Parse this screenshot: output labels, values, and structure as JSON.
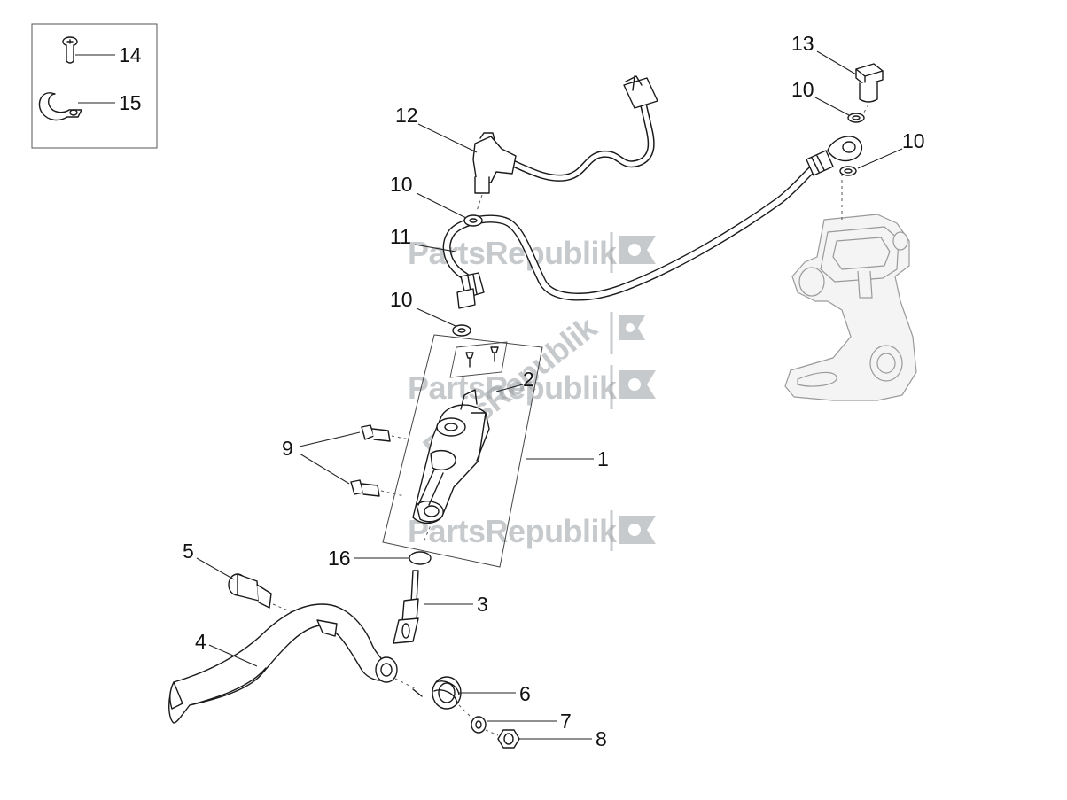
{
  "watermark": {
    "text": "PartsRepublik",
    "icon": "gear-flag-icon"
  },
  "callouts": {
    "c1": "1",
    "c2": "2",
    "c3": "3",
    "c4": "4",
    "c5": "5",
    "c6": "6",
    "c7": "7",
    "c8": "8",
    "c9": "9",
    "c10a": "10",
    "c10b": "10",
    "c10c": "10",
    "c10d": "10",
    "c11": "11",
    "c12": "12",
    "c13": "13",
    "c14": "14",
    "c15": "15",
    "c16": "16"
  }
}
